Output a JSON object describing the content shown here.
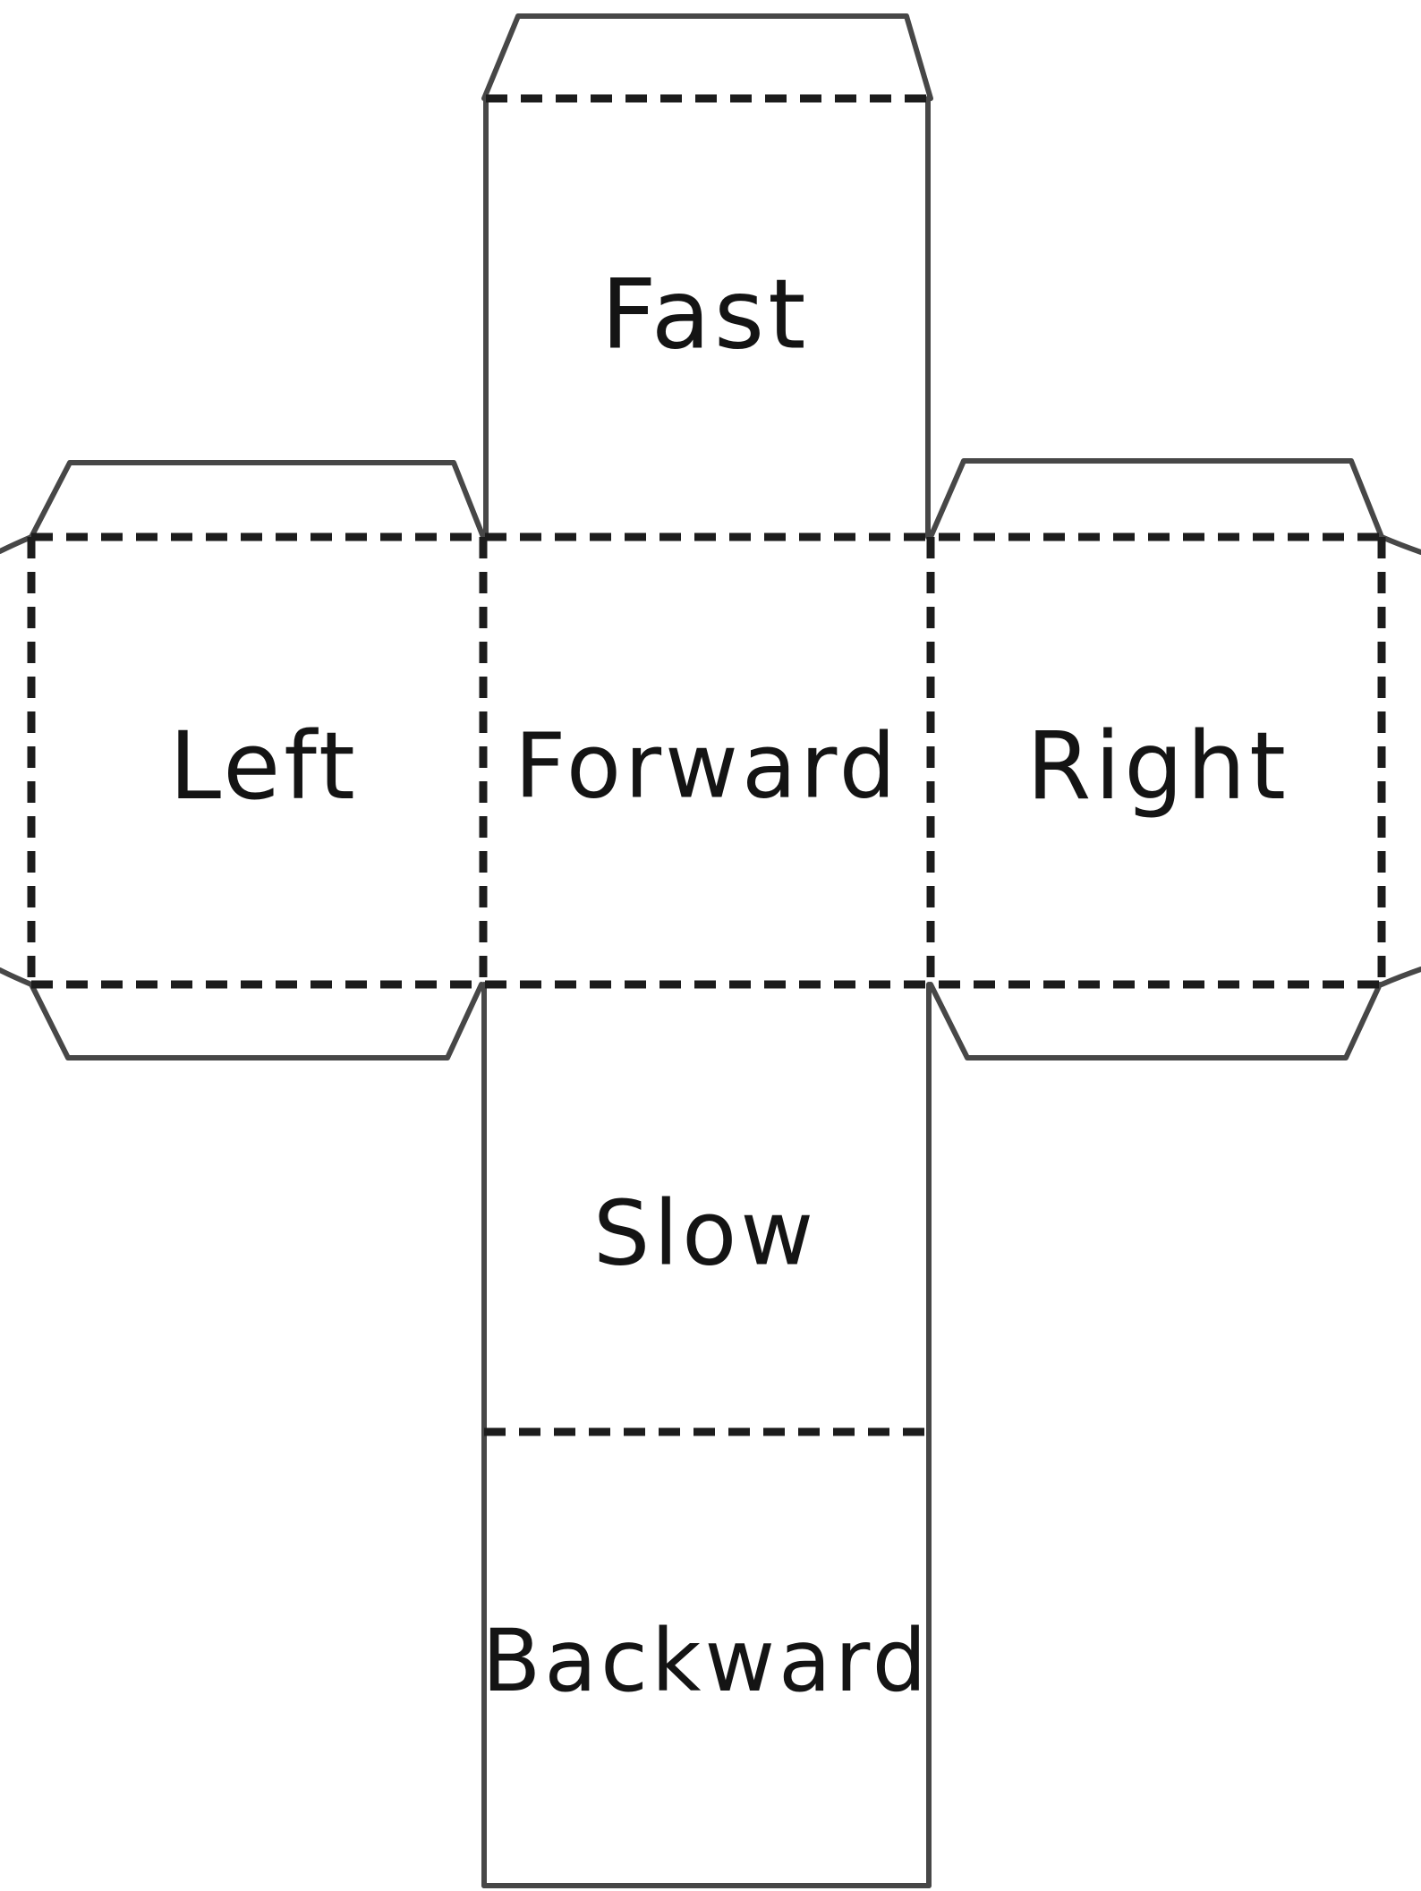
{
  "diagram": {
    "type": "cube-net-template",
    "faces": [
      {
        "id": "fast",
        "label": "Fast"
      },
      {
        "id": "left",
        "label": "Left"
      },
      {
        "id": "forward",
        "label": "Forward"
      },
      {
        "id": "right",
        "label": "Right"
      },
      {
        "id": "slow",
        "label": "Slow"
      },
      {
        "id": "backward",
        "label": "Backward"
      }
    ],
    "colors": {
      "background": "#ffffff",
      "cut_line": "#474747",
      "fold_line": "#1c1c1c",
      "text": "#141414"
    }
  }
}
